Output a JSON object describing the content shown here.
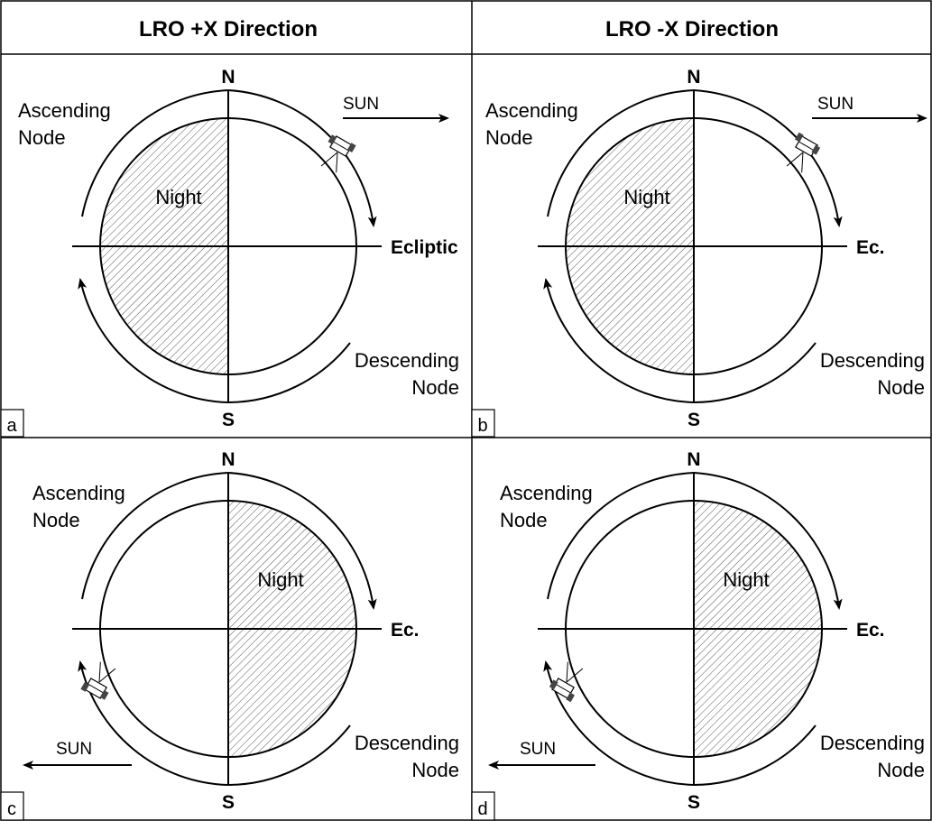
{
  "headers": {
    "left": "LRO +X Direction",
    "right": "LRO -X Direction"
  },
  "colors": {
    "line": "#000000",
    "background": "#ffffff",
    "hatch": "#555555"
  },
  "panels": [
    {
      "id": "a",
      "label": "a",
      "north": "N",
      "south": "S",
      "ecliptic": "Ecliptic",
      "night": "Night",
      "ascending": [
        "Ascending",
        "Node"
      ],
      "descending": [
        "Descending",
        "Node"
      ],
      "sun": "SUN",
      "sun_direction": "right",
      "night_side": "left",
      "spacecraft": "top-right",
      "spacecraft_variant": "+X"
    },
    {
      "id": "b",
      "label": "b",
      "north": "N",
      "south": "S",
      "ecliptic": "Ec.",
      "night": "Night",
      "ascending": [
        "Ascending",
        "Node"
      ],
      "descending": [
        "Descending",
        "Node"
      ],
      "sun": "SUN",
      "sun_direction": "right",
      "night_side": "left",
      "spacecraft": "top-right",
      "spacecraft_variant": "-X"
    },
    {
      "id": "c",
      "label": "c",
      "north": "N",
      "south": "S",
      "ecliptic": "Ec.",
      "night": "Night",
      "ascending": [
        "Ascending",
        "Node"
      ],
      "descending": [
        "Descending",
        "Node"
      ],
      "sun": "SUN",
      "sun_direction": "left",
      "night_side": "right",
      "spacecraft": "bottom-left",
      "spacecraft_variant": "+X"
    },
    {
      "id": "d",
      "label": "d",
      "north": "N",
      "south": "S",
      "ecliptic": "Ec.",
      "night": "Night",
      "ascending": [
        "Ascending",
        "Node"
      ],
      "descending": [
        "Descending",
        "Node"
      ],
      "sun": "SUN",
      "sun_direction": "left",
      "night_side": "right",
      "spacecraft": "bottom-left",
      "spacecraft_variant": "-X"
    }
  ]
}
